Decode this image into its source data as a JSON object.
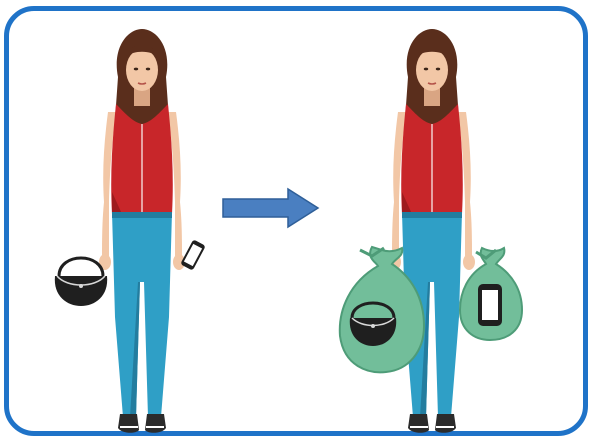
{
  "colors": {
    "frame": "#1f73c8",
    "shirt": "#c8262a",
    "shirt_shadow": "#9e1b1e",
    "jeans": "#2f9fc6",
    "jeans_shadow": "#237d9f",
    "skin": "#f2c7a6",
    "skin_shadow": "#d9a583",
    "hair": "#5a2e1c",
    "shoes": "#2b2b2b",
    "arrow": "#4a7fc1",
    "arrow_stroke": "#2f5f98",
    "bag_green": "#72be9a",
    "bag_green_dark": "#4e9c78",
    "handbag": "#1f1f1f"
  },
  "panels": [
    {
      "state": "before",
      "carries": [
        "handbag-icon",
        "smartphone-icon"
      ]
    },
    {
      "state": "after",
      "carries": [
        "handbag-in-green-bag-icon",
        "smartphone-in-green-bag-icon"
      ]
    }
  ],
  "arrow": {
    "direction": "right",
    "icon": "arrow-right-icon"
  }
}
